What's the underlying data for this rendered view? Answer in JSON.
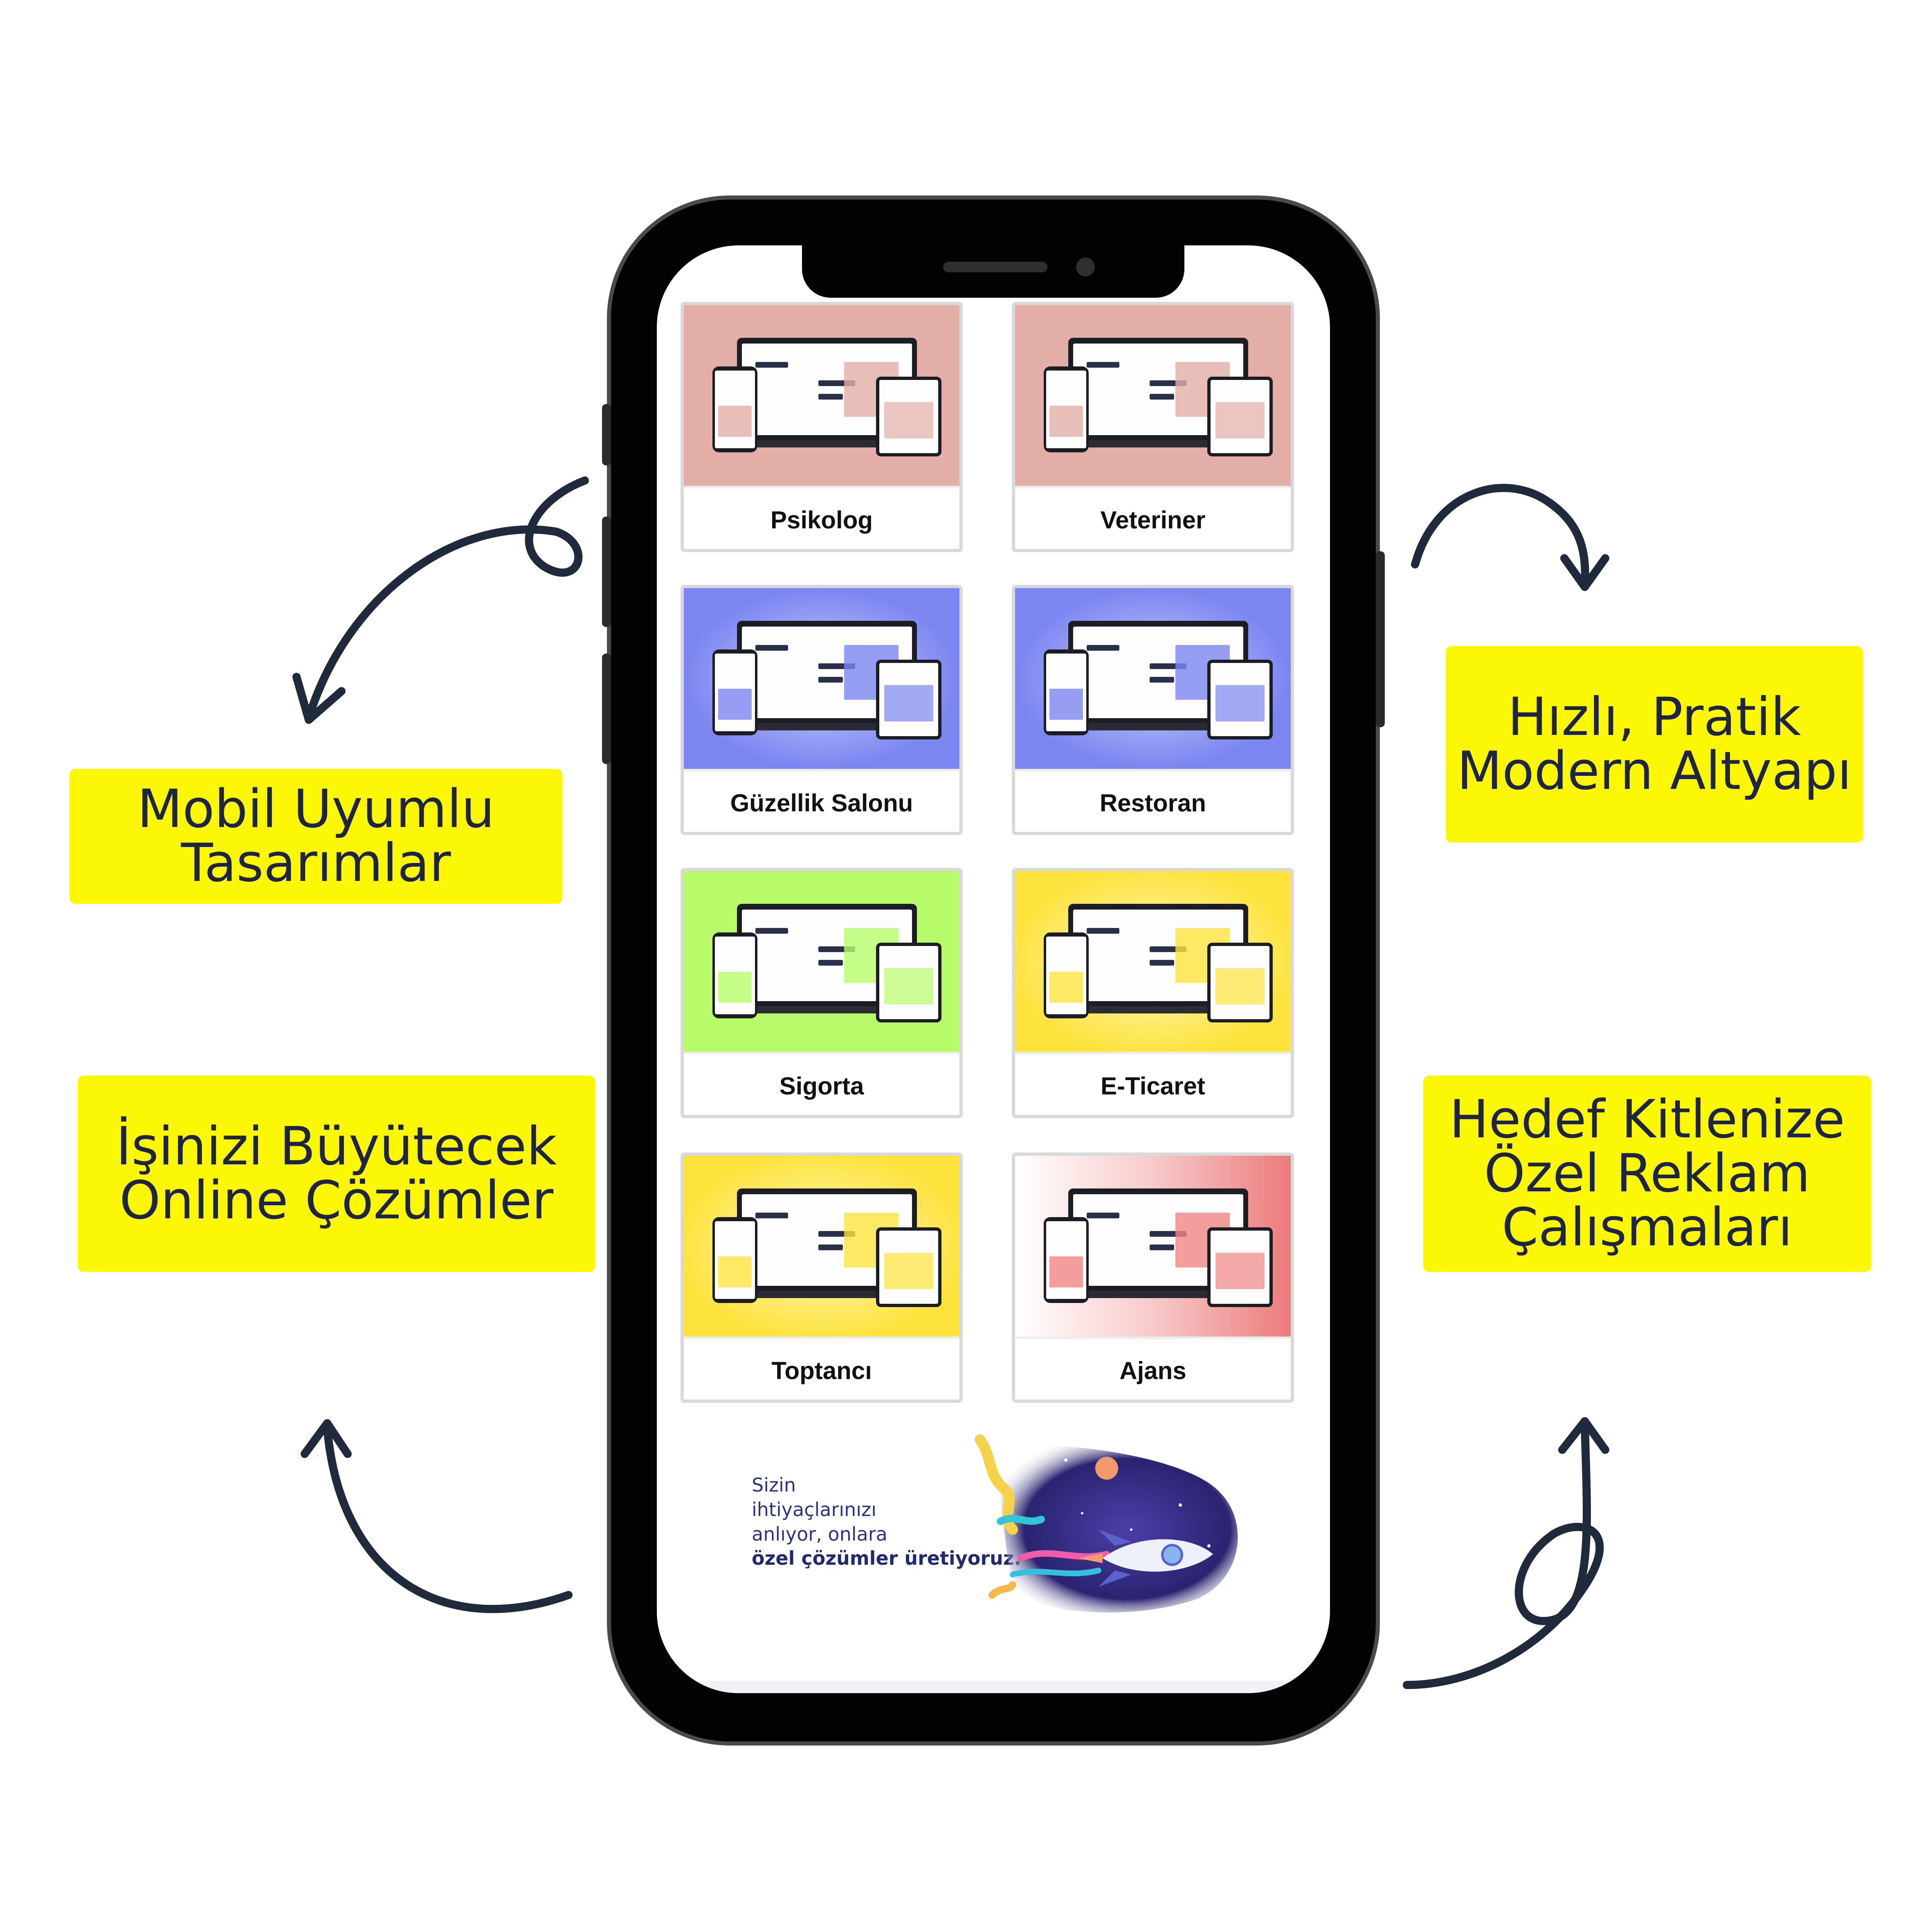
{
  "callouts": {
    "mobile": {
      "line1": "Mobil Uyumlu",
      "line2": "Tasarımlar"
    },
    "online": {
      "line1": "İşinizi Büyütecek",
      "line2": "Online Çözümler"
    },
    "fast": {
      "line1": "Hızlı, Pratik",
      "line2": "Modern Altyapı"
    },
    "ads": {
      "line1": "Hedef Kitlenize",
      "line2": "Özel Reklam",
      "line3": "Çalışmaları"
    }
  },
  "cards": [
    {
      "label": "Psikolog",
      "bg": "#e3aea7"
    },
    {
      "label": "Veteriner",
      "bg": "#e3aea7"
    },
    {
      "label": "Güzellik Salonu",
      "bg": "#7c86f1"
    },
    {
      "label": "Restoran",
      "bg": "#7c86f1"
    },
    {
      "label": "Sigorta",
      "bg": "#b8fb6a"
    },
    {
      "label": "E-Ticaret",
      "bg": "#fde33c"
    },
    {
      "label": "Toptancı",
      "bg": "#fde33c"
    },
    {
      "label": "Ajans",
      "bg": "#f08585"
    }
  ],
  "banner": {
    "line1": "Sizin",
    "line2": "ihtiyaçlarınızı",
    "line3": "anlıyor, onlara",
    "line4": "özel çözümler üretiyoruz."
  },
  "colors": {
    "callout_bg": "#fbf705",
    "callout_text": "#1f2540",
    "arrow": "#1f2a3d",
    "phone": "#020202"
  }
}
